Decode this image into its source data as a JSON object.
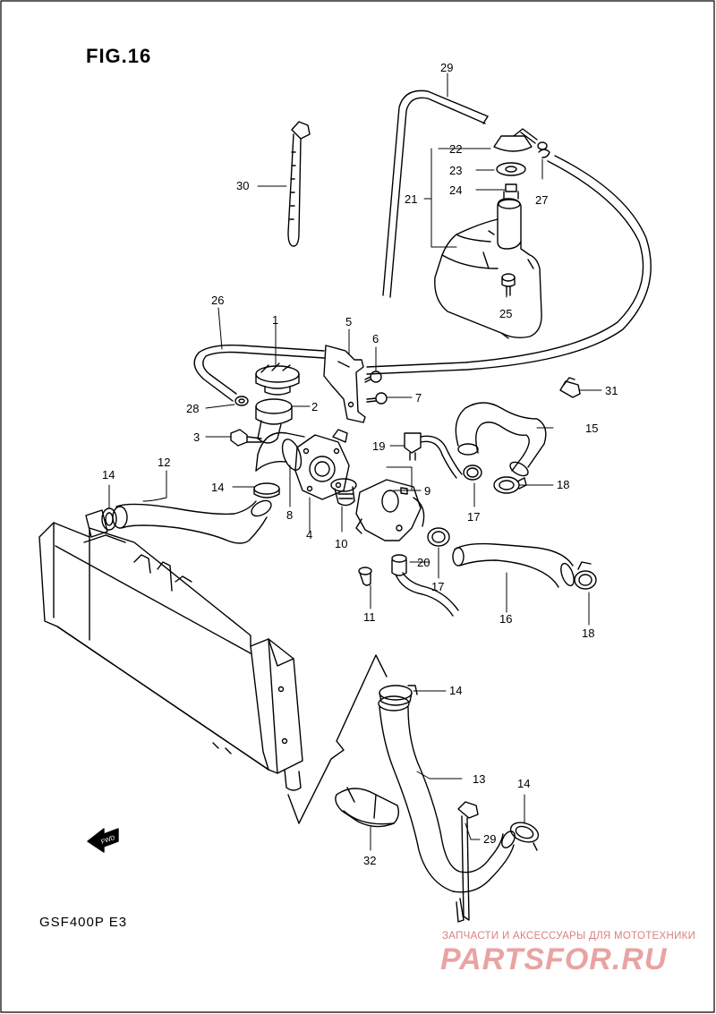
{
  "figure": {
    "title": "FIG.16",
    "model_code": "GSF400P E3",
    "fwd_arrow_text": "FWD"
  },
  "watermark": {
    "tagline": "ЗАПЧАСТИ И АКСЕССУАРЫ ДЛЯ МОТОТЕХНИКИ",
    "logo": "PARTSFOR.RU"
  },
  "callouts": [
    {
      "id": "c1",
      "text": "1"
    },
    {
      "id": "c2",
      "text": "2"
    },
    {
      "id": "c3",
      "text": "3"
    },
    {
      "id": "c4",
      "text": "4"
    },
    {
      "id": "c5",
      "text": "5"
    },
    {
      "id": "c6",
      "text": "6"
    },
    {
      "id": "c7",
      "text": "7"
    },
    {
      "id": "c8",
      "text": "8"
    },
    {
      "id": "c9",
      "text": "9"
    },
    {
      "id": "c10",
      "text": "10"
    },
    {
      "id": "c11",
      "text": "11"
    },
    {
      "id": "c12",
      "text": "12"
    },
    {
      "id": "c13",
      "text": "13"
    },
    {
      "id": "c14a",
      "text": "14"
    },
    {
      "id": "c14b",
      "text": "14"
    },
    {
      "id": "c14c",
      "text": "14"
    },
    {
      "id": "c14d",
      "text": "14"
    },
    {
      "id": "c15",
      "text": "15"
    },
    {
      "id": "c16",
      "text": "16"
    },
    {
      "id": "c17a",
      "text": "17"
    },
    {
      "id": "c17b",
      "text": "17"
    },
    {
      "id": "c18a",
      "text": "18"
    },
    {
      "id": "c18b",
      "text": "18"
    },
    {
      "id": "c19",
      "text": "19"
    },
    {
      "id": "c20",
      "text": "20"
    },
    {
      "id": "c21",
      "text": "21"
    },
    {
      "id": "c22",
      "text": "22"
    },
    {
      "id": "c23",
      "text": "23"
    },
    {
      "id": "c24",
      "text": "24"
    },
    {
      "id": "c25",
      "text": "25"
    },
    {
      "id": "c26",
      "text": "26"
    },
    {
      "id": "c27",
      "text": "27"
    },
    {
      "id": "c28",
      "text": "28"
    },
    {
      "id": "c29a",
      "text": "29"
    },
    {
      "id": "c29b",
      "text": "29"
    },
    {
      "id": "c30",
      "text": "30"
    },
    {
      "id": "c31",
      "text": "31"
    },
    {
      "id": "c32",
      "text": "32"
    }
  ]
}
